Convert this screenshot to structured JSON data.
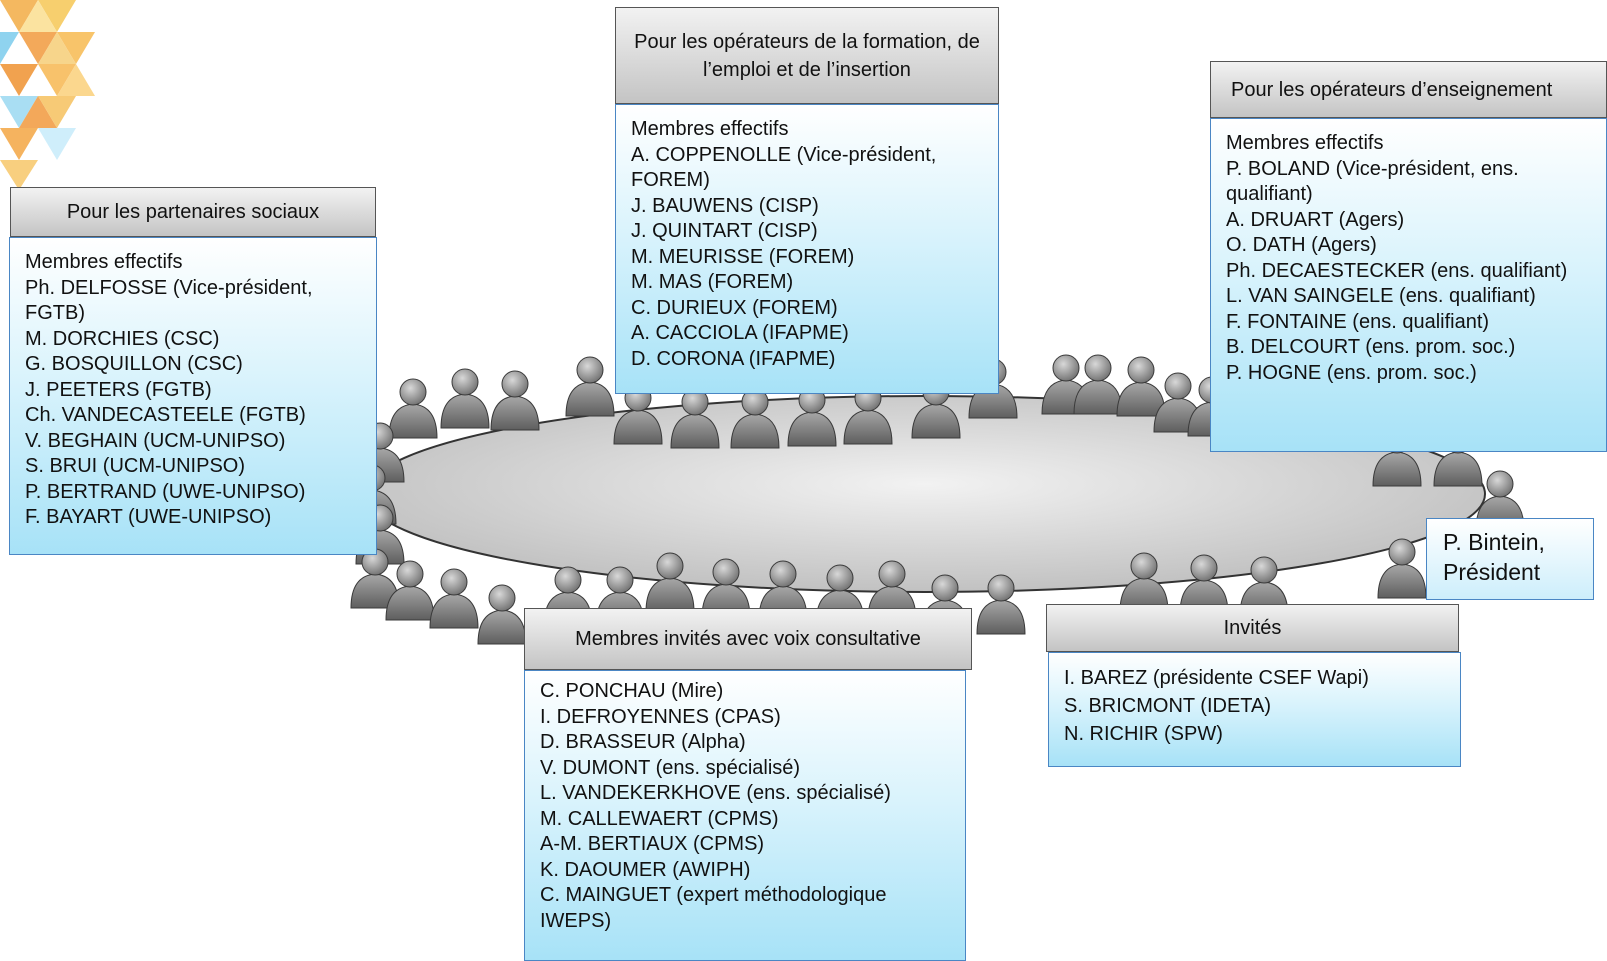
{
  "sections": {
    "partenaires": {
      "title": "Pour les partenaires sociaux",
      "subtitle": "Membres effectifs",
      "members": [
        "Ph. DELFOSSE (Vice-président, FGTB)",
        "M. DORCHIES (CSC)",
        "G. BOSQUILLON (CSC)",
        "J. PEETERS (FGTB)",
        "Ch. VANDECASTEELE (FGTB)",
        "V. BEGHAIN (UCM-UNIPSO)",
        "S. BRUI (UCM-UNIPSO)",
        "P. BERTRAND (UWE-UNIPSO)",
        "F. BAYART (UWE-UNIPSO)"
      ]
    },
    "formation": {
      "title": "Pour les opérateurs de la formation, de l’emploi et de l’insertion",
      "subtitle": "Membres effectifs",
      "members": [
        "A. COPPENOLLE (Vice-président, FOREM)",
        "J. BAUWENS (CISP)",
        "J. QUINTART (CISP)",
        "M. MEURISSE (FOREM)",
        "M. MAS (FOREM)",
        "C. DURIEUX (FOREM)",
        "A. CACCIOLA (IFAPME)",
        "D. CORONA (IFAPME)"
      ]
    },
    "enseignement": {
      "title": "Pour les opérateurs d’enseignement",
      "subtitle": "Membres effectifs",
      "members": [
        "P. BOLAND (Vice-président, ens. qualifiant)",
        "A. DRUART (Agers)",
        "O. DATH (Agers)",
        "Ph. DECAESTECKER (ens. qualifiant)",
        "L. VAN SAINGELE (ens. qualifiant)",
        "F. FONTAINE (ens. qualifiant)",
        "B. DELCOURT (ens. prom. soc.)",
        "P. HOGNE (ens. prom. soc.)"
      ]
    },
    "consultatifs": {
      "title": "Membres invités avec voix consultative",
      "members": [
        "C. PONCHAU (Mire)",
        "I. DEFROYENNES (CPAS)",
        "D. BRASSEUR (Alpha)",
        "V. DUMONT (ens. spécialisé)",
        "L. VANDEKERKHOVE (ens. spécialisé)",
        "M. CALLEWAERT (CPMS)",
        "A-M. BERTIAUX (CPMS)",
        "K. DAOUMER (AWIPH)",
        "C. MAINGUET (expert méthodologique IWEPS)"
      ]
    },
    "invites": {
      "title": "Invités",
      "members": [
        "I. BAREZ (présidente CSEF Wapi)",
        "S. BRICMONT (IDETA)",
        "N. RICHIR (SPW)"
      ]
    }
  },
  "president": {
    "name": "P. Bintein,",
    "role": "Président"
  },
  "colors": {
    "box_fill": "#a7e2f7",
    "box_border": "#4a86c4",
    "header_fill": "#c4c4c4",
    "table_fill": "#d4d4d4",
    "figure_fill": "#8a8a8a"
  },
  "icons": {
    "table": "conference-table-icon",
    "person": "person-icon",
    "decoration": "triangle-pattern-decoration"
  }
}
